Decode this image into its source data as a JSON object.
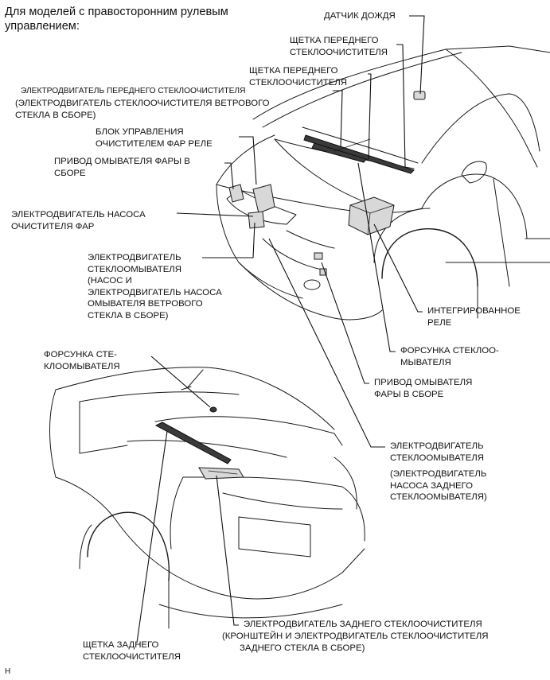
{
  "header": {
    "line1": "Для моделей с правосторонним рулевым",
    "line2": "управлением:"
  },
  "labels": {
    "rain_sensor": [
      "ДАТЧИК ДОЖДЯ"
    ],
    "front_wiper_blade_1": [
      "ЩЕТКА ПЕРЕДНЕГО",
      "СТЕКЛООЧИСТИТЕЛЯ"
    ],
    "front_wiper_blade_2": [
      "ЩЕТКА ПЕРЕДНЕГО",
      "СТЕКЛООЧИСТИТЕЛЯ"
    ],
    "front_wiper_motor": [
      "ЭЛЕКТРОДВИГАТЕЛЬ ПЕРЕДНЕГО СТЕКЛООЧИСТИТЕЛЯ",
      "(ЭЛЕКТРОДВИГАТЕЛЬ СТЕКЛООЧИСТИТЕЛЯ ВЕТРОВОГО",
      "СТЕКЛА В СБОРЕ)"
    ],
    "headlamp_cleaner_relay": [
      "БЛОК УПРАВЛЕНИЯ",
      "ОЧИСТИТЕЛЕМ ФАР РЕЛЕ"
    ],
    "headlamp_washer_actuator_left": [
      "ПРИВОД ОМЫВАТЕЛЯ ФАРЫ В",
      "СБОРЕ"
    ],
    "headlamp_cleaner_pump_motor": [
      "ЭЛЕКТРОДВИГАТЕЛЬ НАСОСА",
      "ОЧИСТИТЕЛЯ ФАР"
    ],
    "washer_motor_front": [
      "ЭЛЕКТРОДВИГАТЕЛЬ",
      "СТЕКЛООМЫВАТЕЛЯ",
      "(НАСОС И",
      "ЭЛЕКТРОДВИГАТЕЛЬ НАСОСА",
      "ОМЫВАТЕЛЯ ВЕТРОВОГО",
      "СТЕКЛА В СБОРЕ)"
    ],
    "integration_relay": [
      "ИНТЕГРИРОВАННОЕ",
      "РЕЛЕ"
    ],
    "washer_nozzle_front": [
      "ФОРСУНКА СТЕКЛОО-",
      "МЫВАТЕЛЯ"
    ],
    "headlamp_washer_actuator_right": [
      "ПРИВОД ОМЫВАТЕЛЯ",
      "ФАРЫ В СБОРЕ"
    ],
    "washer_nozzle_rear": [
      "ФОРСУНКА СТЕ-",
      "КЛООМЫВАТЕЛЯ"
    ],
    "washer_motor_rear": [
      "ЭЛЕКТРОДВИГАТЕЛЬ",
      "СТЕКЛООМЫВАТЕЛЯ",
      "",
      "(ЭЛЕКТРОДВИГАТЕЛЬ",
      "НАСОСА ЗАДНЕГО",
      "СТЕКЛООМЫВАТЕЛЯ)"
    ],
    "rear_wiper_motor": [
      "ЭЛЕКТРОДВИГАТЕЛЬ ЗАДНЕГО СТЕКЛООЧИСТИТЕЛЯ",
      "(КРОНШТЕЙН И ЭЛЕКТРОДВИГАТЕЛЬ СТЕКЛООЧИСТИТЕЛЯ",
      "ЗАДНЕГО СТЕКЛА В СБОРЕ)"
    ],
    "rear_wiper_blade": [
      "ЩЕТКА ЗАДНЕГО",
      "СТЕКЛООЧИСТИТЕЛЯ"
    ]
  },
  "footer": {
    "code": "H"
  }
}
